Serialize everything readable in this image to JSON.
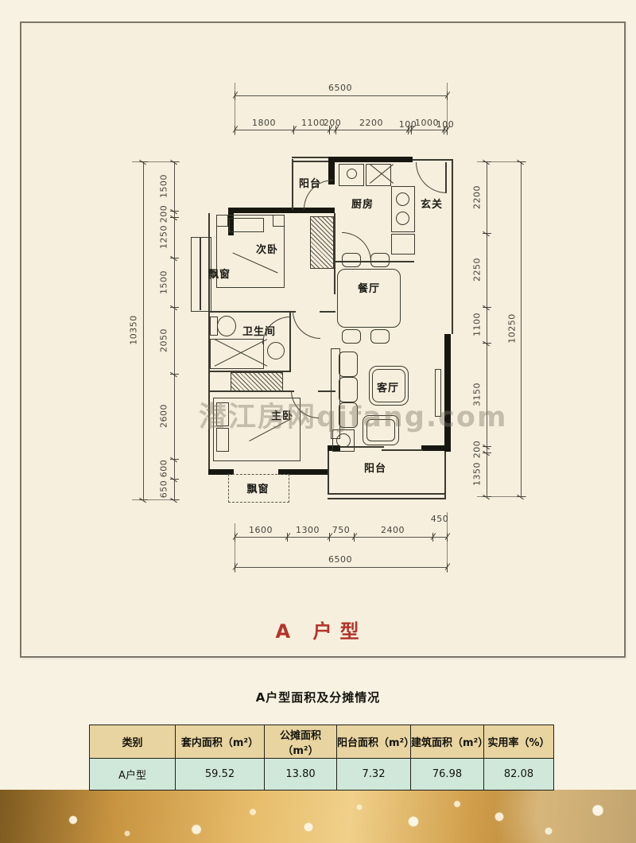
{
  "title": "A 户型",
  "watermark": "潜江房网qjfang.com",
  "rooms": {
    "balcony_top": "阳台",
    "kitchen": "厨房",
    "entry": "玄关",
    "bedroom2": "次卧",
    "bay_upper": "飘窗",
    "dining": "餐厅",
    "bathroom": "卫生间",
    "living": "客厅",
    "master": "主卧",
    "balcony_bottom": "阳台",
    "bay_lower": "飘窗"
  },
  "dims": {
    "top_total": "6500",
    "top": [
      "1800",
      "1100",
      "200",
      "2200",
      "100",
      "1000",
      "100"
    ],
    "left_total": "10350",
    "left": [
      "1500",
      "200",
      "1250",
      "1500",
      "2050",
      "2600",
      "600",
      "650"
    ],
    "right_total": "10250",
    "right": [
      "2200",
      "2250",
      "1100",
      "3150",
      "200",
      "1350"
    ],
    "bottom_total": "6500",
    "bottom": [
      "1600",
      "1300",
      "750",
      "2400",
      "450"
    ]
  },
  "section_heading": "A户型面积及分摊情况",
  "table": {
    "headers": [
      "类别",
      "套内面积（m²）",
      "公摊面积（m²）",
      "阳台面积（m²）",
      "建筑面积（m²）",
      "实用率（%）"
    ],
    "row": [
      "A户型",
      "59.52",
      "13.80",
      "7.32",
      "76.98",
      "82.08"
    ]
  },
  "colors": {
    "accent_red": "#b2342a",
    "table_header_bg": "#e8d4a0",
    "table_row_bg": "#cfe8da",
    "paper": "#f6efdd"
  }
}
